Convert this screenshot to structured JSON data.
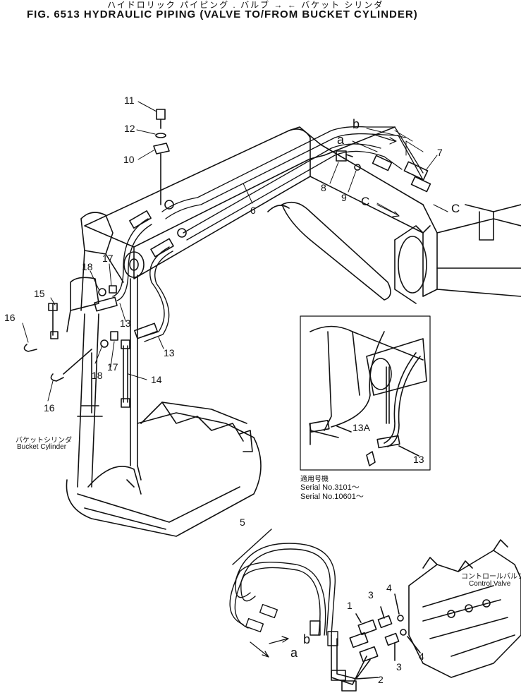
{
  "header": {
    "title_jp": "ハイドロリック パイピング . バルブ → ← バケット シリンダ",
    "title_en": "FIG. 6513 HYDRAULIC PIPING (VALVE TO/FROM BUCKET CYLINDER)"
  },
  "labels": {
    "bucket_cylinder_jp": "バケットシリンダ",
    "bucket_cylinder_en": "Bucket Cylinder",
    "control_valve_jp": "コントロールバルブ",
    "control_valve_en": "Control Valve",
    "serial_jp": "適用号機",
    "serial_1": "Serial No.3101～",
    "serial_2": "Serial No.10601～"
  },
  "callouts": {
    "c1": "1",
    "c2": "2",
    "c3a": "3",
    "c3b": "3",
    "c4a": "4",
    "c4b": "4",
    "c5": "5",
    "c6": "6",
    "c7": "7",
    "c8": "8",
    "c9": "9",
    "c10": "10",
    "c11": "11",
    "c12": "12",
    "c13a": "13",
    "c13b": "13",
    "c13c": "13",
    "c13A": "13A",
    "c14": "14",
    "c15": "15",
    "c16a": "16",
    "c16b": "16",
    "c17a": "17",
    "c17b": "17",
    "c18a": "18",
    "c18b": "18",
    "a_top": "a",
    "b_top": "b",
    "c_mid": "C",
    "c_right": "C",
    "a_bottom": "a",
    "b_bottom": "b"
  }
}
